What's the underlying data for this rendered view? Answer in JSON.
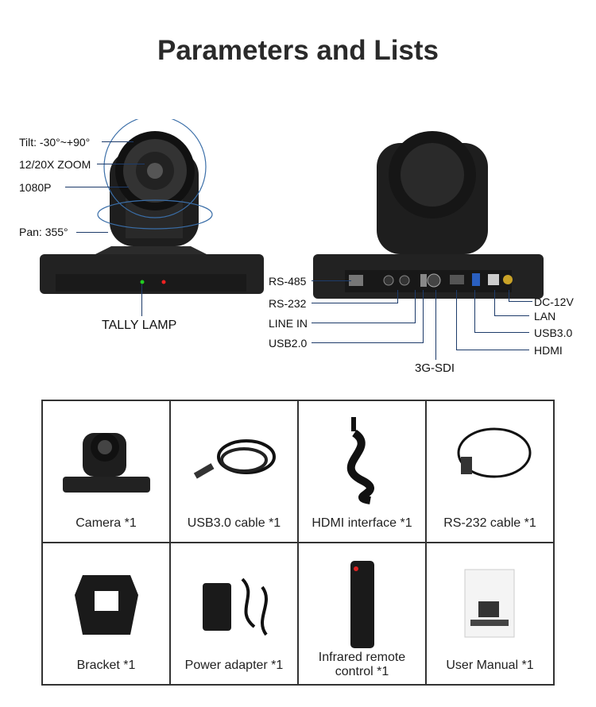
{
  "title": "Parameters and Lists",
  "front_labels": {
    "tilt": "Tilt: -30°~+90°",
    "zoom": "12/20X ZOOM",
    "resolution": "1080P",
    "pan": "Pan: 355°",
    "tally": "TALLY LAMP"
  },
  "rear_labels": {
    "rs485": "RS-485",
    "rs232": "RS-232",
    "line_in": "LINE IN",
    "usb2": "USB2.0",
    "sdi": "3G-SDI",
    "dc": "DC-12V",
    "lan": "LAN",
    "usb3": "USB3.0",
    "hdmi": "HDMI"
  },
  "items": [
    {
      "label": "Camera *1"
    },
    {
      "label": "USB3.0 cable *1"
    },
    {
      "label": "HDMI interface *1"
    },
    {
      "label": "RS-232 cable *1"
    },
    {
      "label": "Bracket *1"
    },
    {
      "label": "Power adapter *1"
    },
    {
      "label": "Infrared remote control *1"
    },
    {
      "label": "User Manual *1"
    }
  ]
}
